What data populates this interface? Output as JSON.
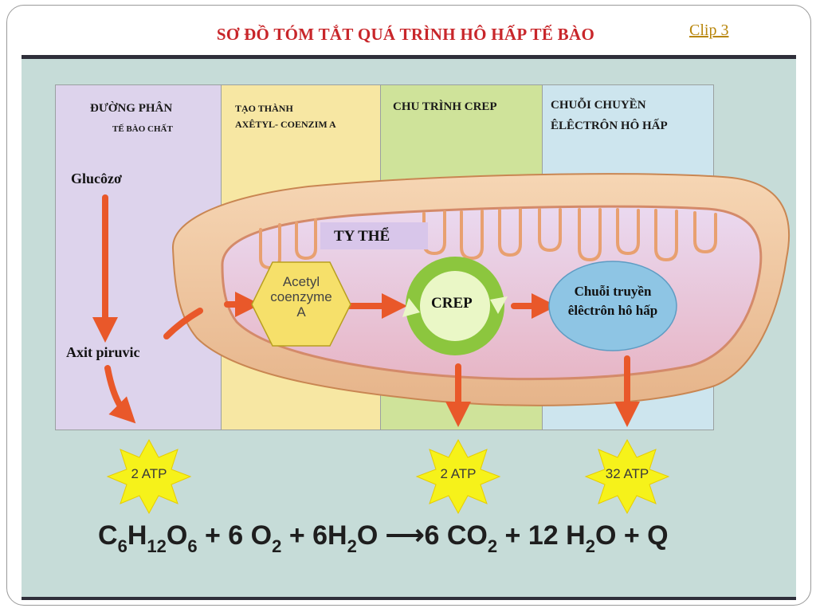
{
  "header": {
    "title": "SƠ ĐỒ TÓM TẮT QUÁ TRÌNH HÔ HẤP TẾ BÀO",
    "clip_link": "Clip 3"
  },
  "zones": [
    {
      "title": "ĐƯỜNG PHÂN",
      "subtitle": "TẾ BÀO CHẤT",
      "color": "#ddd3ec"
    },
    {
      "title": "TẠO THÀNH",
      "subtitle": "AXÊTYL- COENZIM A",
      "color": "#f7e7a3"
    },
    {
      "title": "CHU TRÌNH CREP",
      "color": "#cfe39a"
    },
    {
      "title": "CHUỖI CHUYỀN",
      "subtitle": "ÊLÊCTRÔN HÔ HẤP",
      "color": "#cde5ee"
    }
  ],
  "labels": {
    "glucose": "Glucôzơ",
    "pyruvic": "Axit piruvic",
    "mitochondria": "TY THỂ",
    "acetyl_1": "Acetyl",
    "acetyl_2": "coenzyme",
    "acetyl_3": "A",
    "crep": "CREP",
    "etc_1": "Chuỗi truyền",
    "etc_2": "êlêctrôn hô hấp"
  },
  "atp": [
    "2 ATP",
    "2 ATP",
    "32 ATP"
  ],
  "equation": {
    "glucose": [
      "C",
      "6",
      "H",
      "12",
      "O",
      "6"
    ],
    "plus1": " + 6 O",
    "o2_sub": "2",
    "plus2": " + 6H",
    "h2o_sub": "2",
    "h2o_o": "O ",
    "arrow": "⟶",
    "co2": "6 CO",
    "co2_sub": "2",
    "plus3": " + 12 H",
    "h2o2_sub": "2",
    "tail": "O + Q"
  },
  "colors": {
    "arrow": "#e9582a",
    "starburst": "#f6f21a",
    "title_red": "#c8262a",
    "mitochondria_outer": "#f2c9a3",
    "mitochondria_inner": "#efc0cf"
  }
}
